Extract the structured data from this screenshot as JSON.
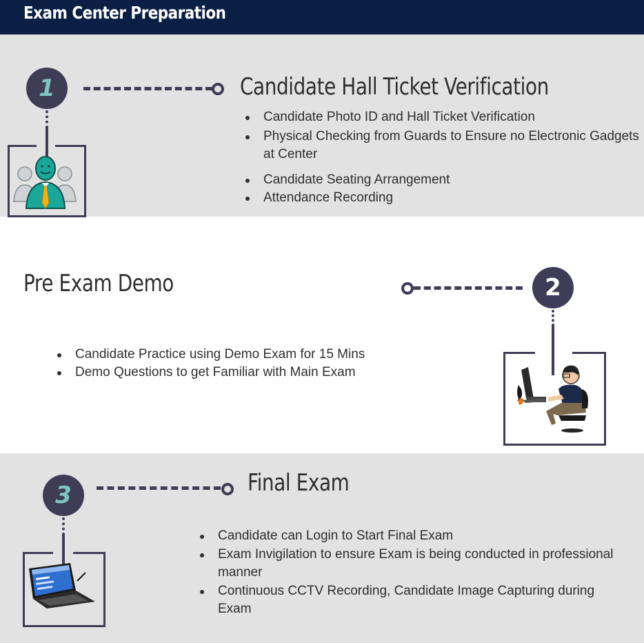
{
  "header": {
    "title": "Exam Center Preparation"
  },
  "steps": [
    {
      "number": "1",
      "title": "Candidate Hall Ticket Verification",
      "bullets": [
        "Candidate Photo ID and Hall Ticket Verification",
        "Physical Checking from Guards to Ensure no Electronic Gadgets at Center",
        "Candidate Seating Arrangement",
        "Attendance Recording"
      ],
      "icon": "people-group-icon"
    },
    {
      "number": "2",
      "title": "Pre Exam Demo",
      "bullets": [
        "Candidate Practice using Demo Exam for 15 Mins",
        "Demo Questions to get Familiar with Main Exam"
      ],
      "icon": "computer-user-icon"
    },
    {
      "number": "3",
      "title": "Final Exam",
      "bullets": [
        "Candidate can Login to Start Final Exam",
        "Exam Invigilation to ensure Exam is being conducted in professional manner",
        "Continuous CCTV Recording, Candidate Image Capturing during Exam"
      ],
      "icon": "laptop-icon"
    }
  ],
  "colors": {
    "header": "#0b1f45",
    "band": "#e2e2e2",
    "circle": "#3e3c57",
    "accent": "#7ec4c2"
  }
}
